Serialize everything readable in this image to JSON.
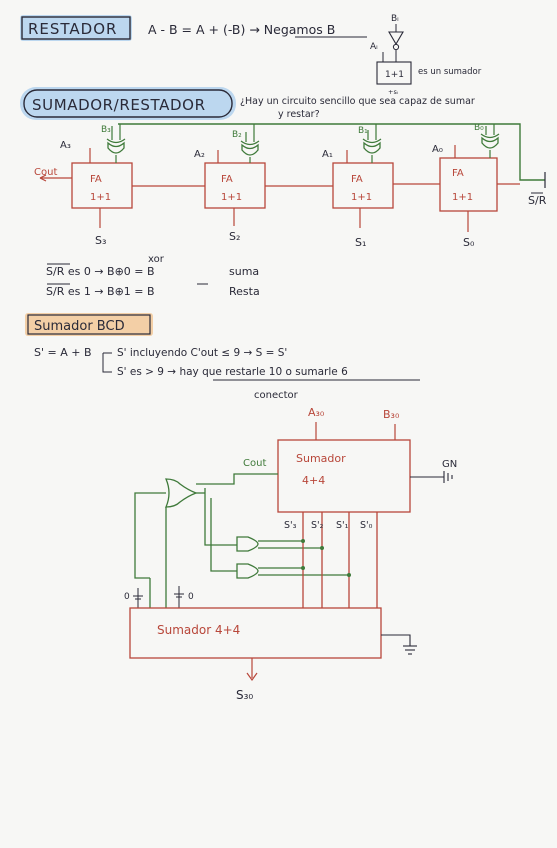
{
  "restador": {
    "title": "RESTADOR",
    "formula": "A - B = A + (-B) → Negamos B",
    "bi": "Bᵢ",
    "ai": "Aᵢ",
    "adder": "1+1",
    "adder_note": "es un sumador",
    "si": "+sᵢ"
  },
  "sumador_restador": {
    "title": "SUMADOR/RESTADOR",
    "question_1": "¿Hay un circuito sencillo que sea capaz de sumar",
    "question_2": "y restar?",
    "cout": "Cout",
    "control": "S/R",
    "fa_label": "FA",
    "fa_sub": "1+1",
    "a_labels": [
      "A₃",
      "A₂",
      "A₁",
      "A₀"
    ],
    "b_labels": [
      "B₃",
      "B₂",
      "B₁",
      "B₀"
    ],
    "s_labels": [
      "S₃",
      "S₂",
      "S₁",
      "S₀"
    ],
    "xor_note": "xor",
    "rule_1_left": "S/R es 0 → B⊕0 = B",
    "rule_1_right": "suma",
    "rule_2_left": "S/R es 1 → B⊕1 = B",
    "rule_2_right": "Resta"
  },
  "bcd": {
    "title": "Sumador BCD",
    "eq": "S' = A + B",
    "case_1": "S' incluyendo C'out ≤ 9 → S = S'",
    "case_2": "S' es > 9 → hay que restarle 10 o sumarle 6",
    "conector": "conector",
    "a_in": "A₃₀",
    "b_in": "B₃₀",
    "cout": "Cout",
    "top_adder_1": "Sumador",
    "top_adder_2": "4+4",
    "gnd_label": "GN",
    "s_labels": [
      "S'₃",
      "S'₂",
      "S'₁",
      "S'₀"
    ],
    "zero_1": "0",
    "zero_2": "0",
    "bottom_adder": "Sumador 4+4",
    "out": "S₃₀"
  },
  "colors": {
    "ink": "#2a2a38",
    "red": "#b8473a",
    "green": "#3f7a3a",
    "blue_highlight": "#bcd7ef",
    "orange_highlight": "#f3cfa6"
  }
}
